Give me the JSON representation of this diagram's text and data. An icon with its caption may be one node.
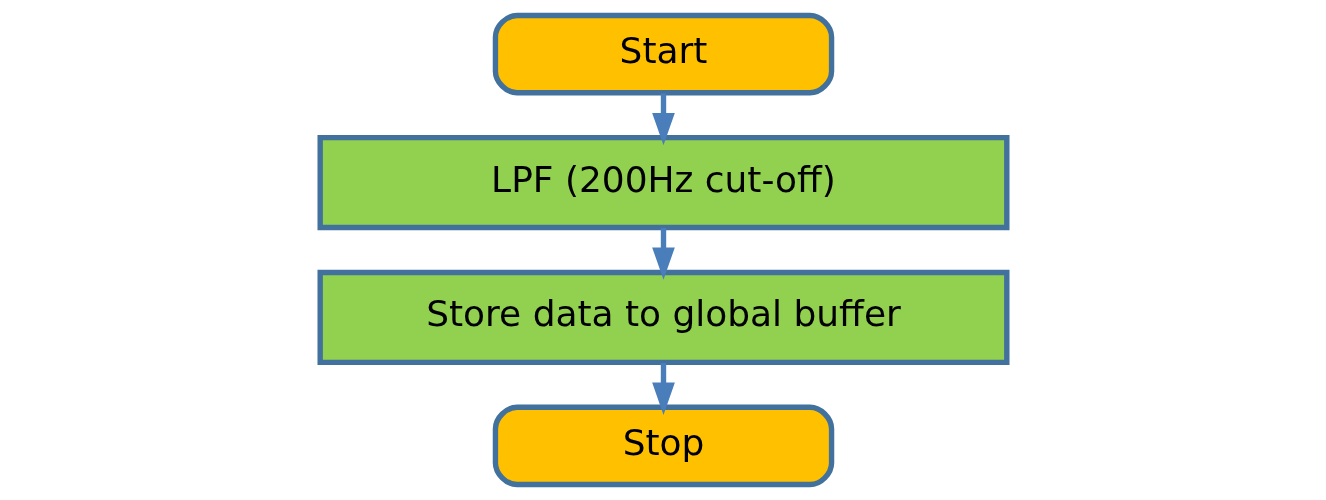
{
  "diagram": {
    "nodes": [
      {
        "text": [
          "Start"
        ]
      },
      {
        "text": [
          "LPF (200Hz cut-off)"
        ]
      },
      {
        "text": [
          "Store data to global buffer"
        ]
      },
      {
        "text": [
          "Stop"
        ]
      }
    ],
    "edges": [
      {
        "from": 0,
        "to": 1,
        "arrow": "to"
      },
      {
        "from": 1,
        "to": 2,
        "arrow": "to"
      },
      {
        "from": 2,
        "to": 3,
        "arrow": "to"
      }
    ]
  }
}
